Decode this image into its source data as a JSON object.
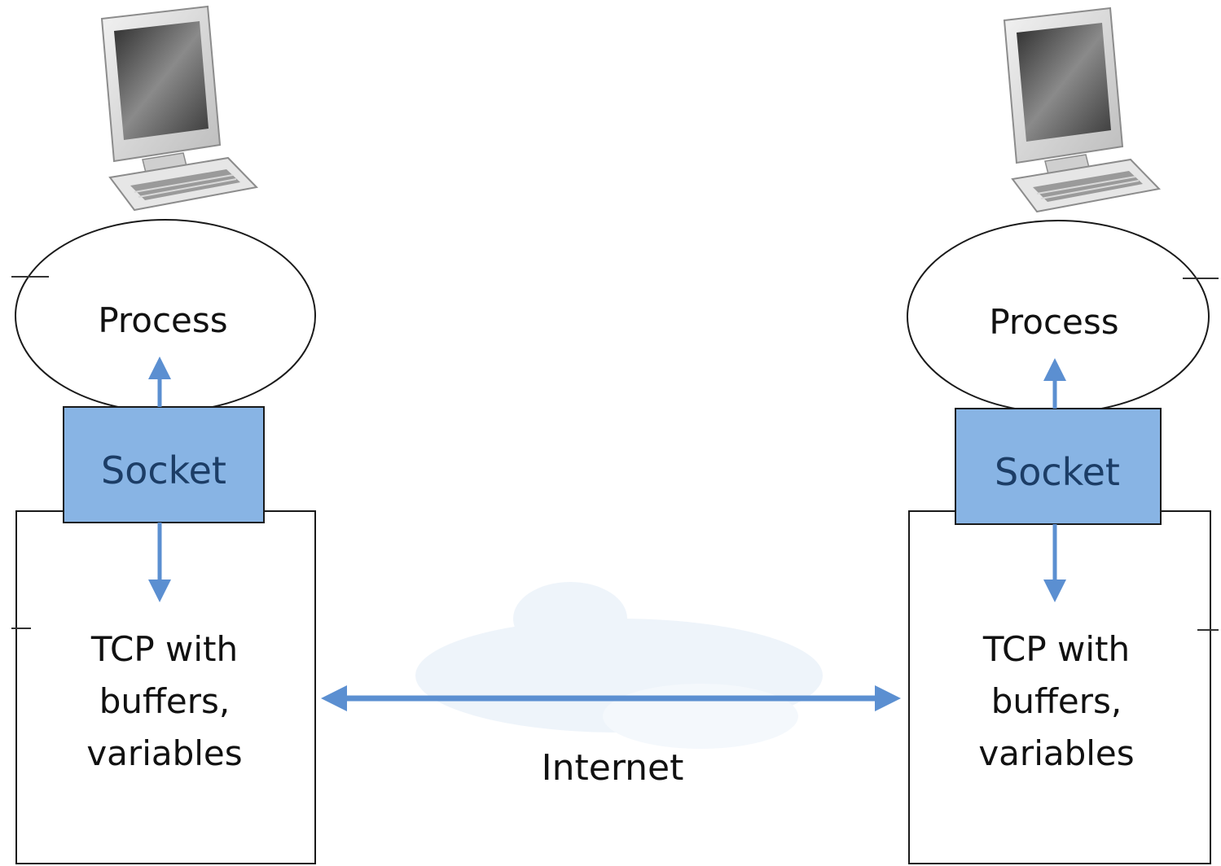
{
  "colors": {
    "socket_fill": "#88b4e4",
    "arrow": "#5b8fd1",
    "outline": "#1a1a1a",
    "socket_text": "#1c3d66",
    "monitor_body": "#d9d9d9",
    "monitor_screen": "#555555",
    "watermark": "#9fc3e6"
  },
  "icons": [
    "desktop-computer-icon",
    "desktop-computer-icon"
  ],
  "left_host": {
    "process_label": "Process",
    "socket_label": "Socket",
    "tcp_label_lines": [
      "TCP with",
      "buffers,",
      "variables"
    ]
  },
  "right_host": {
    "process_label": "Process",
    "socket_label": "Socket",
    "tcp_label_lines": [
      "TCP with",
      "buffers,",
      "variables"
    ]
  },
  "network": {
    "label": "Internet"
  }
}
